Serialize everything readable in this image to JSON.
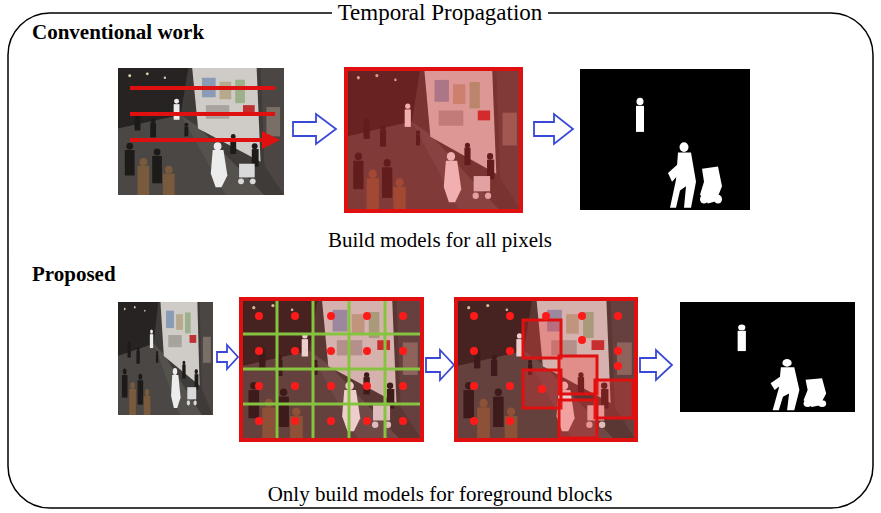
{
  "diagram": {
    "title": "Temporal Propagation",
    "labels": [
      "Conventional work",
      "Build models for all pixels",
      "Proposed",
      "Only build models for foreground blocks"
    ]
  }
}
